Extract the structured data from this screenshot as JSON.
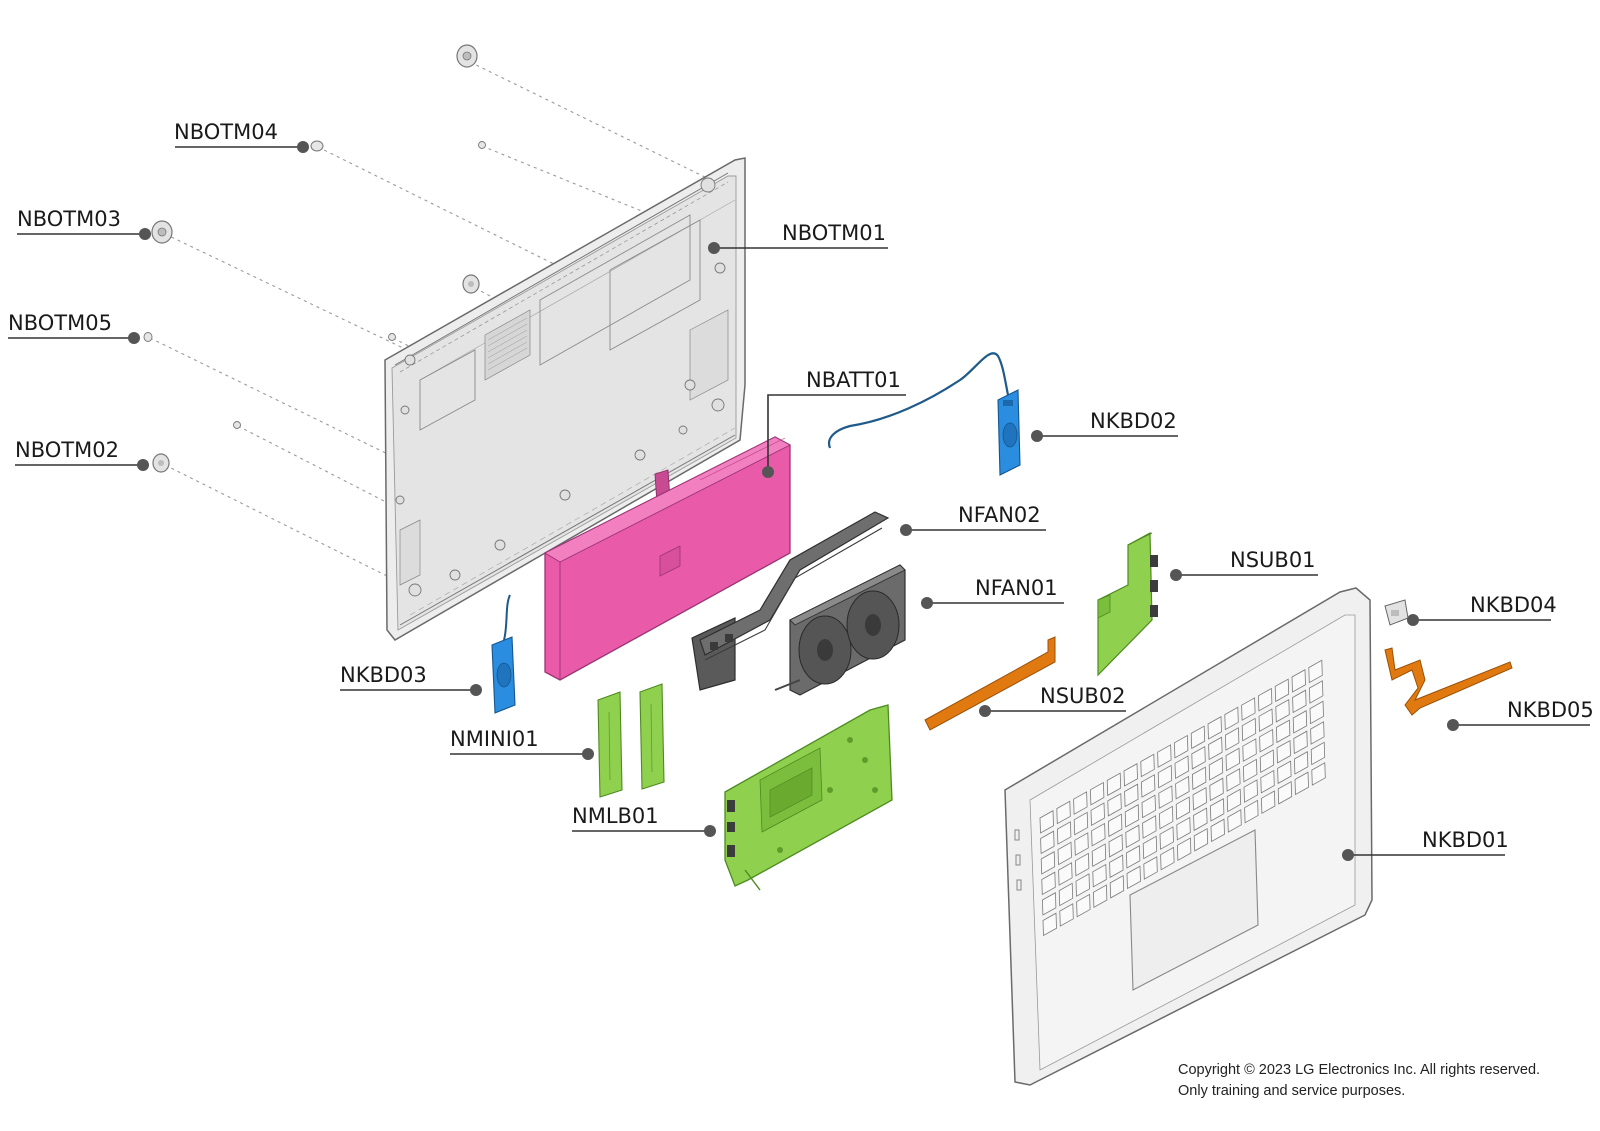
{
  "parts": [
    {
      "id": "NBOTM04",
      "color": "#d9d9d9"
    },
    {
      "id": "NBOTM03",
      "color": "#d9d9d9"
    },
    {
      "id": "NBOTM05",
      "color": "#d9d9d9"
    },
    {
      "id": "NBOTM02",
      "color": "#d9d9d9"
    },
    {
      "id": "NBOTM01",
      "color": "#ececec"
    },
    {
      "id": "NBATT01",
      "color": "#e95aa9"
    },
    {
      "id": "NKBD02",
      "color": "#2a8de0"
    },
    {
      "id": "NFAN02",
      "color": "#4a4a4a"
    },
    {
      "id": "NFAN01",
      "color": "#6b6b6b"
    },
    {
      "id": "NSUB01",
      "color": "#8fd14f"
    },
    {
      "id": "NKBD04",
      "color": "#d0d0d0"
    },
    {
      "id": "NKBD03",
      "color": "#2a8de0"
    },
    {
      "id": "NSUB02",
      "color": "#e07a10"
    },
    {
      "id": "NKBD05",
      "color": "#e07a10"
    },
    {
      "id": "NMINI01",
      "color": "#8fd14f"
    },
    {
      "id": "NMLB01",
      "color": "#8fd14f"
    },
    {
      "id": "NKBD01",
      "color": "#f0f0f0"
    }
  ],
  "copyright": {
    "line1": "Copyright © 2023 LG Electronics Inc. All rights reserved.",
    "line2": "Only training and service purposes."
  }
}
